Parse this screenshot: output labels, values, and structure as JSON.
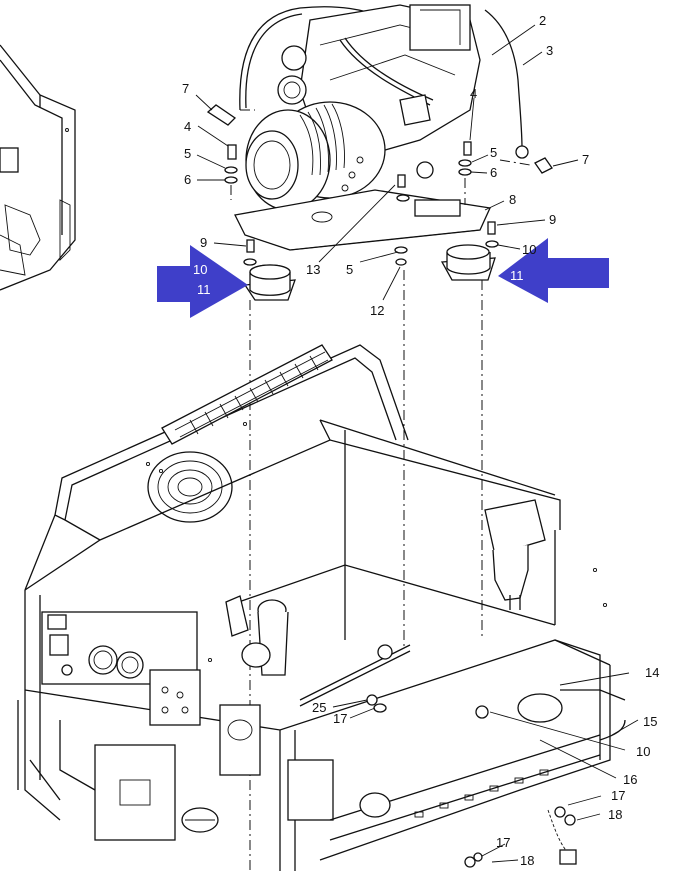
{
  "callouts": {
    "c1": "2",
    "c2": "3",
    "c3": "7",
    "c4": "7",
    "c5": "4",
    "c6": "4",
    "c7": "5",
    "c8": "6",
    "c9": "5",
    "c10": "6",
    "c11": "8",
    "c12": "9",
    "c13": "10",
    "c14": "9",
    "c15": "10",
    "c16": "13",
    "c17": "5",
    "c18": "12",
    "c19": "11",
    "c20": "11",
    "c21": "14",
    "c22": "15",
    "c23": "10",
    "c24": "16",
    "c25": "17",
    "c26": "18",
    "c27": "17",
    "c28": "18",
    "c29": "25",
    "c30": "17"
  },
  "colors": {
    "highlight_arrow": "#3f3fc9",
    "line": "#111111"
  }
}
